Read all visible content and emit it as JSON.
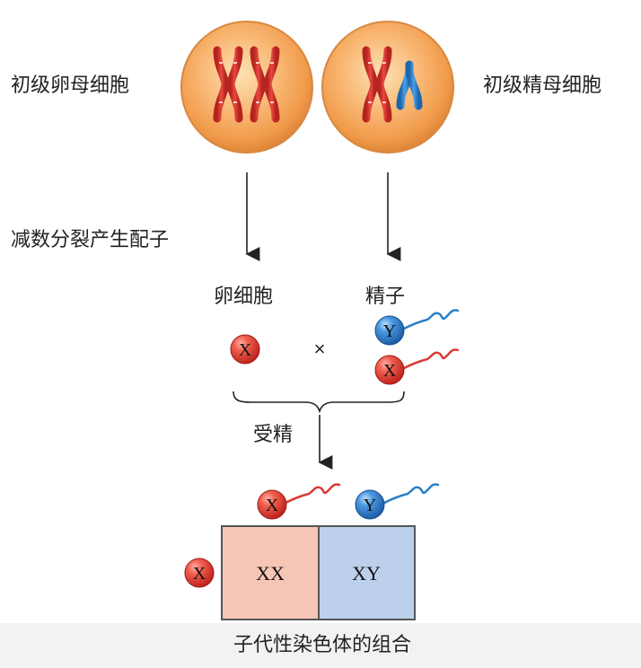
{
  "labels": {
    "primary_oocyte": "初级卵母细胞",
    "primary_spermatocyte": "初级精母细胞",
    "meiosis": "减数分裂产生配子",
    "egg": "卵细胞",
    "sperm": "精子",
    "cross": "×",
    "fertilization": "受精",
    "caption": "子代性染色体的组合"
  },
  "gametes": {
    "sperm_y": "Y",
    "sperm_x": "X",
    "egg_x": "X"
  },
  "punnett": {
    "col_headers": [
      "X",
      "Y"
    ],
    "row_headers": [
      "X"
    ],
    "cells": [
      [
        "XX",
        "XY"
      ]
    ]
  },
  "colors": {
    "cell_orange": "#f7a86a",
    "chrom_red": "#d83a34",
    "chrom_blue": "#2a7fc8",
    "x_cell": "#f5c6b6",
    "y_cell": "#bcd0ec"
  }
}
